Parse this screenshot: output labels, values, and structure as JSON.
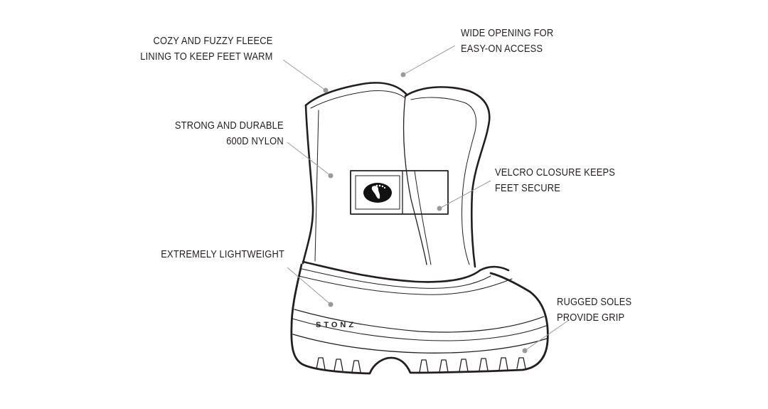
{
  "labels": {
    "fleece": [
      "COZY AND FUZZY FLEECE",
      "LINING TO KEEP FEET WARM"
    ],
    "opening": [
      "WIDE OPENING FOR",
      "EASY-ON ACCESS"
    ],
    "nylon": [
      "STRONG AND DURABLE",
      "600D NYLON"
    ],
    "velcro": [
      "VELCRO CLOSURE KEEPS",
      "FEET SECURE"
    ],
    "lightweight": [
      "EXTREMELY LIGHTWEIGHT"
    ],
    "soles": [
      "RUGGED SOLES",
      "PROVIDE GRIP"
    ]
  },
  "brand": "STONZ",
  "colors": {
    "ink": "#231f20",
    "leader": "#9a9a9a"
  }
}
